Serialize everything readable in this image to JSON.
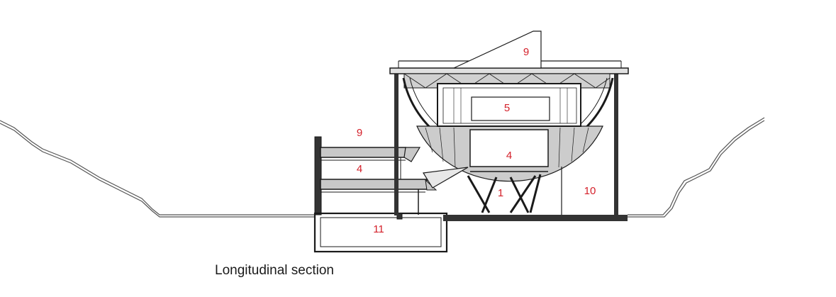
{
  "caption": "Longitudinal section",
  "labels": {
    "roof_wedge": "9",
    "upper_room": "5",
    "lower_room": "4",
    "entrance": "1",
    "right_space": "10",
    "left_terrace": "9",
    "left_floor": "4",
    "basement": "11"
  },
  "colors": {
    "label": "#d4202a",
    "line": "#1a1a1a",
    "fill_grey": "#c8c8c8"
  }
}
